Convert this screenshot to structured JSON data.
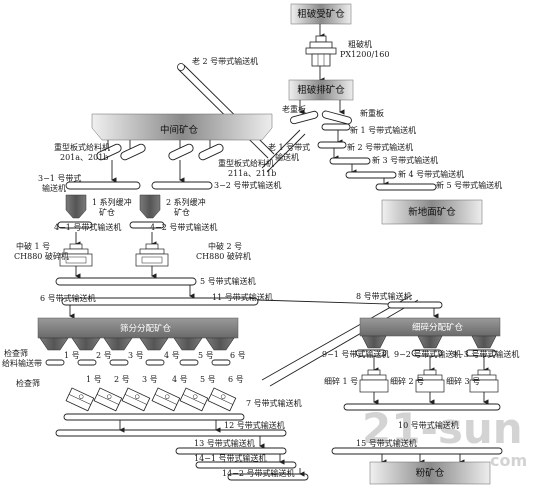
{
  "bins": {
    "coarse_receiving": "粗破受矿仓",
    "coarse_discharge": "粗破排矿仓",
    "intermediate": "中间矿仓",
    "new_ground": "新地面矿仓",
    "screen_distribution": "筛分分配矿仓",
    "fine_distribution": "细碎分配矿仓",
    "powder": "粉矿仓"
  },
  "equipment": {
    "coarse_crusher": "粗破机",
    "coarse_crusher_model": "PX1200/160",
    "old_heavy_plate": "老重板",
    "new_heavy_plate": "新重板",
    "heavy_plate_feeder_line1": "重型板式给料机",
    "heavy_plate_feeder_line2": "201a、201b",
    "heavy_plate_feeder2_line1": "重型板式给料机",
    "heavy_plate_feeder2_line2": "211a、211b",
    "surge_bin_1_line1": "1 系列缓冲",
    "surge_bin_1_line2": "矿仓",
    "surge_bin_2_line1": "2 系列缓冲",
    "surge_bin_2_line2": "矿仓",
    "mid_crusher_1_line1": "中破 1 号",
    "mid_crusher_1_line2": "CH880 破碎机",
    "mid_crusher_2_line1": "中破 2 号",
    "mid_crusher_2_line2": "CH880 破碎机",
    "fine_crusher_1": "细碎 1 号",
    "fine_crusher_2": "细碎 2 号",
    "fine_crusher_3": "细碎 3 号",
    "inspection_line1": "检查筛",
    "inspection_line2": "给料输送带",
    "inspection_screen": "检查筛"
  },
  "conveyors": {
    "old2": "老 2 号带式输送机",
    "old1_line1": "老 1 号带式",
    "old1_line2": "输送机",
    "new1": "新 1 号带式输送机",
    "new2": "新 2 号带式输送机",
    "new3": "新 3 号带式输送机",
    "new4": "新 4 号带式输送机",
    "new5": "新 5 号带式输送机",
    "c3_1_line1": "3−1 号带式",
    "c3_1_line2": "输送机",
    "c3_2": "3−2 号带式输送机",
    "c4_1": "4−1 号带式输送机",
    "c4_2": "4−2 号带式输送机",
    "c5": "5 号带式输送机",
    "c6": "6 号带式输送机",
    "c7": "7 号带式输送机",
    "c8": "8 号带式输送机",
    "c9_1": "9−1 号带式输送机",
    "c9_2": "9−2 号带式输送机",
    "c9_3": "9−3 号带式输送机",
    "c10": "10 号带式输送机",
    "c11": "11 号带式输送机",
    "c12": "12 号带式输送机",
    "c13": "13 号带式输送机",
    "c14_1": "14−1 号带式输送机",
    "c14_2": "14−2 号带式输送机",
    "c15": "15 号带式输送机"
  },
  "screens": {
    "n1": "1 号",
    "n2": "2 号",
    "n3": "3 号",
    "n4": "4 号",
    "n5": "5 号",
    "n6": "6 号",
    "s1": "1 号",
    "s2": "2 号",
    "s3": "3 号",
    "s4": "4 号",
    "s5": "5 号",
    "s6": "6 号"
  },
  "watermark": {
    "text": "21-sun",
    "sub": "com",
    "color": "#c8c8c8"
  }
}
